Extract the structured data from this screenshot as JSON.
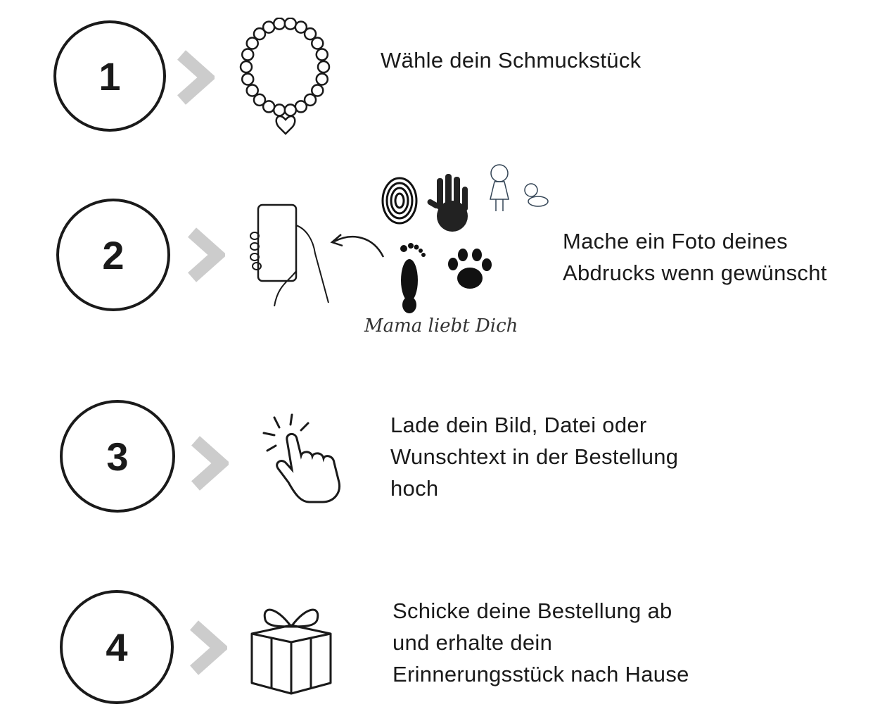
{
  "steps": [
    {
      "number": "1",
      "lines": [
        "Wähle dein Schmuckstück"
      ]
    },
    {
      "number": "2",
      "lines": [
        "Mache ein Foto deines",
        "Abdrucks wenn gewünscht"
      ],
      "handwriting": "Mama liebt Dich"
    },
    {
      "number": "3",
      "lines": [
        "Lade dein Bild, Datei oder",
        "Wunschtext in der Bestellung",
        "hoch"
      ]
    },
    {
      "number": "4",
      "lines": [
        "Schicke deine Bestellung ab",
        "und erhalte dein",
        "Erinnerungsstück nach Hause"
      ]
    }
  ],
  "colors": {
    "ink": "#1a1a1a",
    "chevron": "#cccccc"
  }
}
